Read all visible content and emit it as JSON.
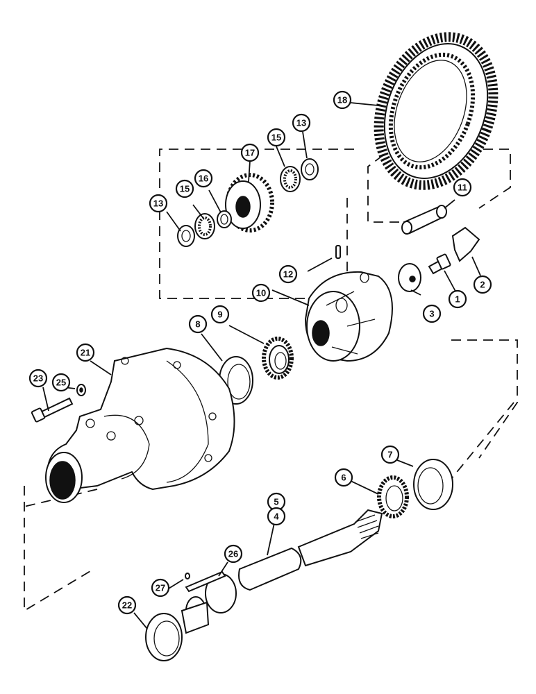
{
  "callouts": {
    "c1": "1",
    "c2": "2",
    "c3": "3",
    "c4": "4",
    "c5": "5",
    "c6": "6",
    "c7": "7",
    "c8": "8",
    "c9": "9",
    "c10": "10",
    "c11": "11",
    "c12": "12",
    "c13a": "13",
    "c13b": "13",
    "c15a": "15",
    "c15b": "15",
    "c16": "16",
    "c17": "17",
    "c18": "18",
    "c21": "21",
    "c22": "22",
    "c23": "23",
    "c25": "25",
    "c26": "26",
    "c27": "27"
  }
}
